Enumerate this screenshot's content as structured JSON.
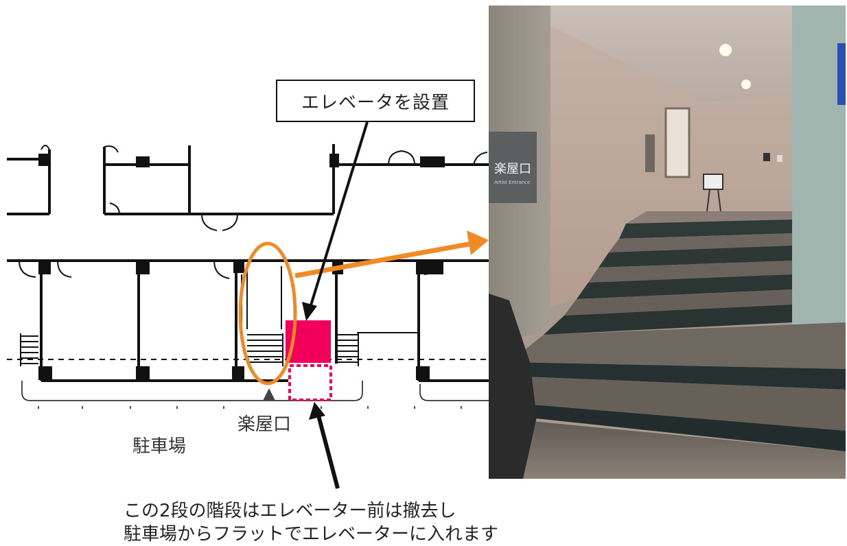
{
  "callout": {
    "text": "エレベータを設置"
  },
  "labels": {
    "entrance": "楽屋口",
    "parking": "駐車場"
  },
  "caption": {
    "line1": "この2段の階段はエレベーター前は撤去し",
    "line2": "駐車場からフラットでエレベーターに入れます"
  },
  "photo_sign": {
    "main": "楽屋口",
    "sub": "Artist Entrance"
  },
  "colors": {
    "elevator": "#f0005a",
    "highlight": "#f08a24",
    "wall": "#111111"
  }
}
